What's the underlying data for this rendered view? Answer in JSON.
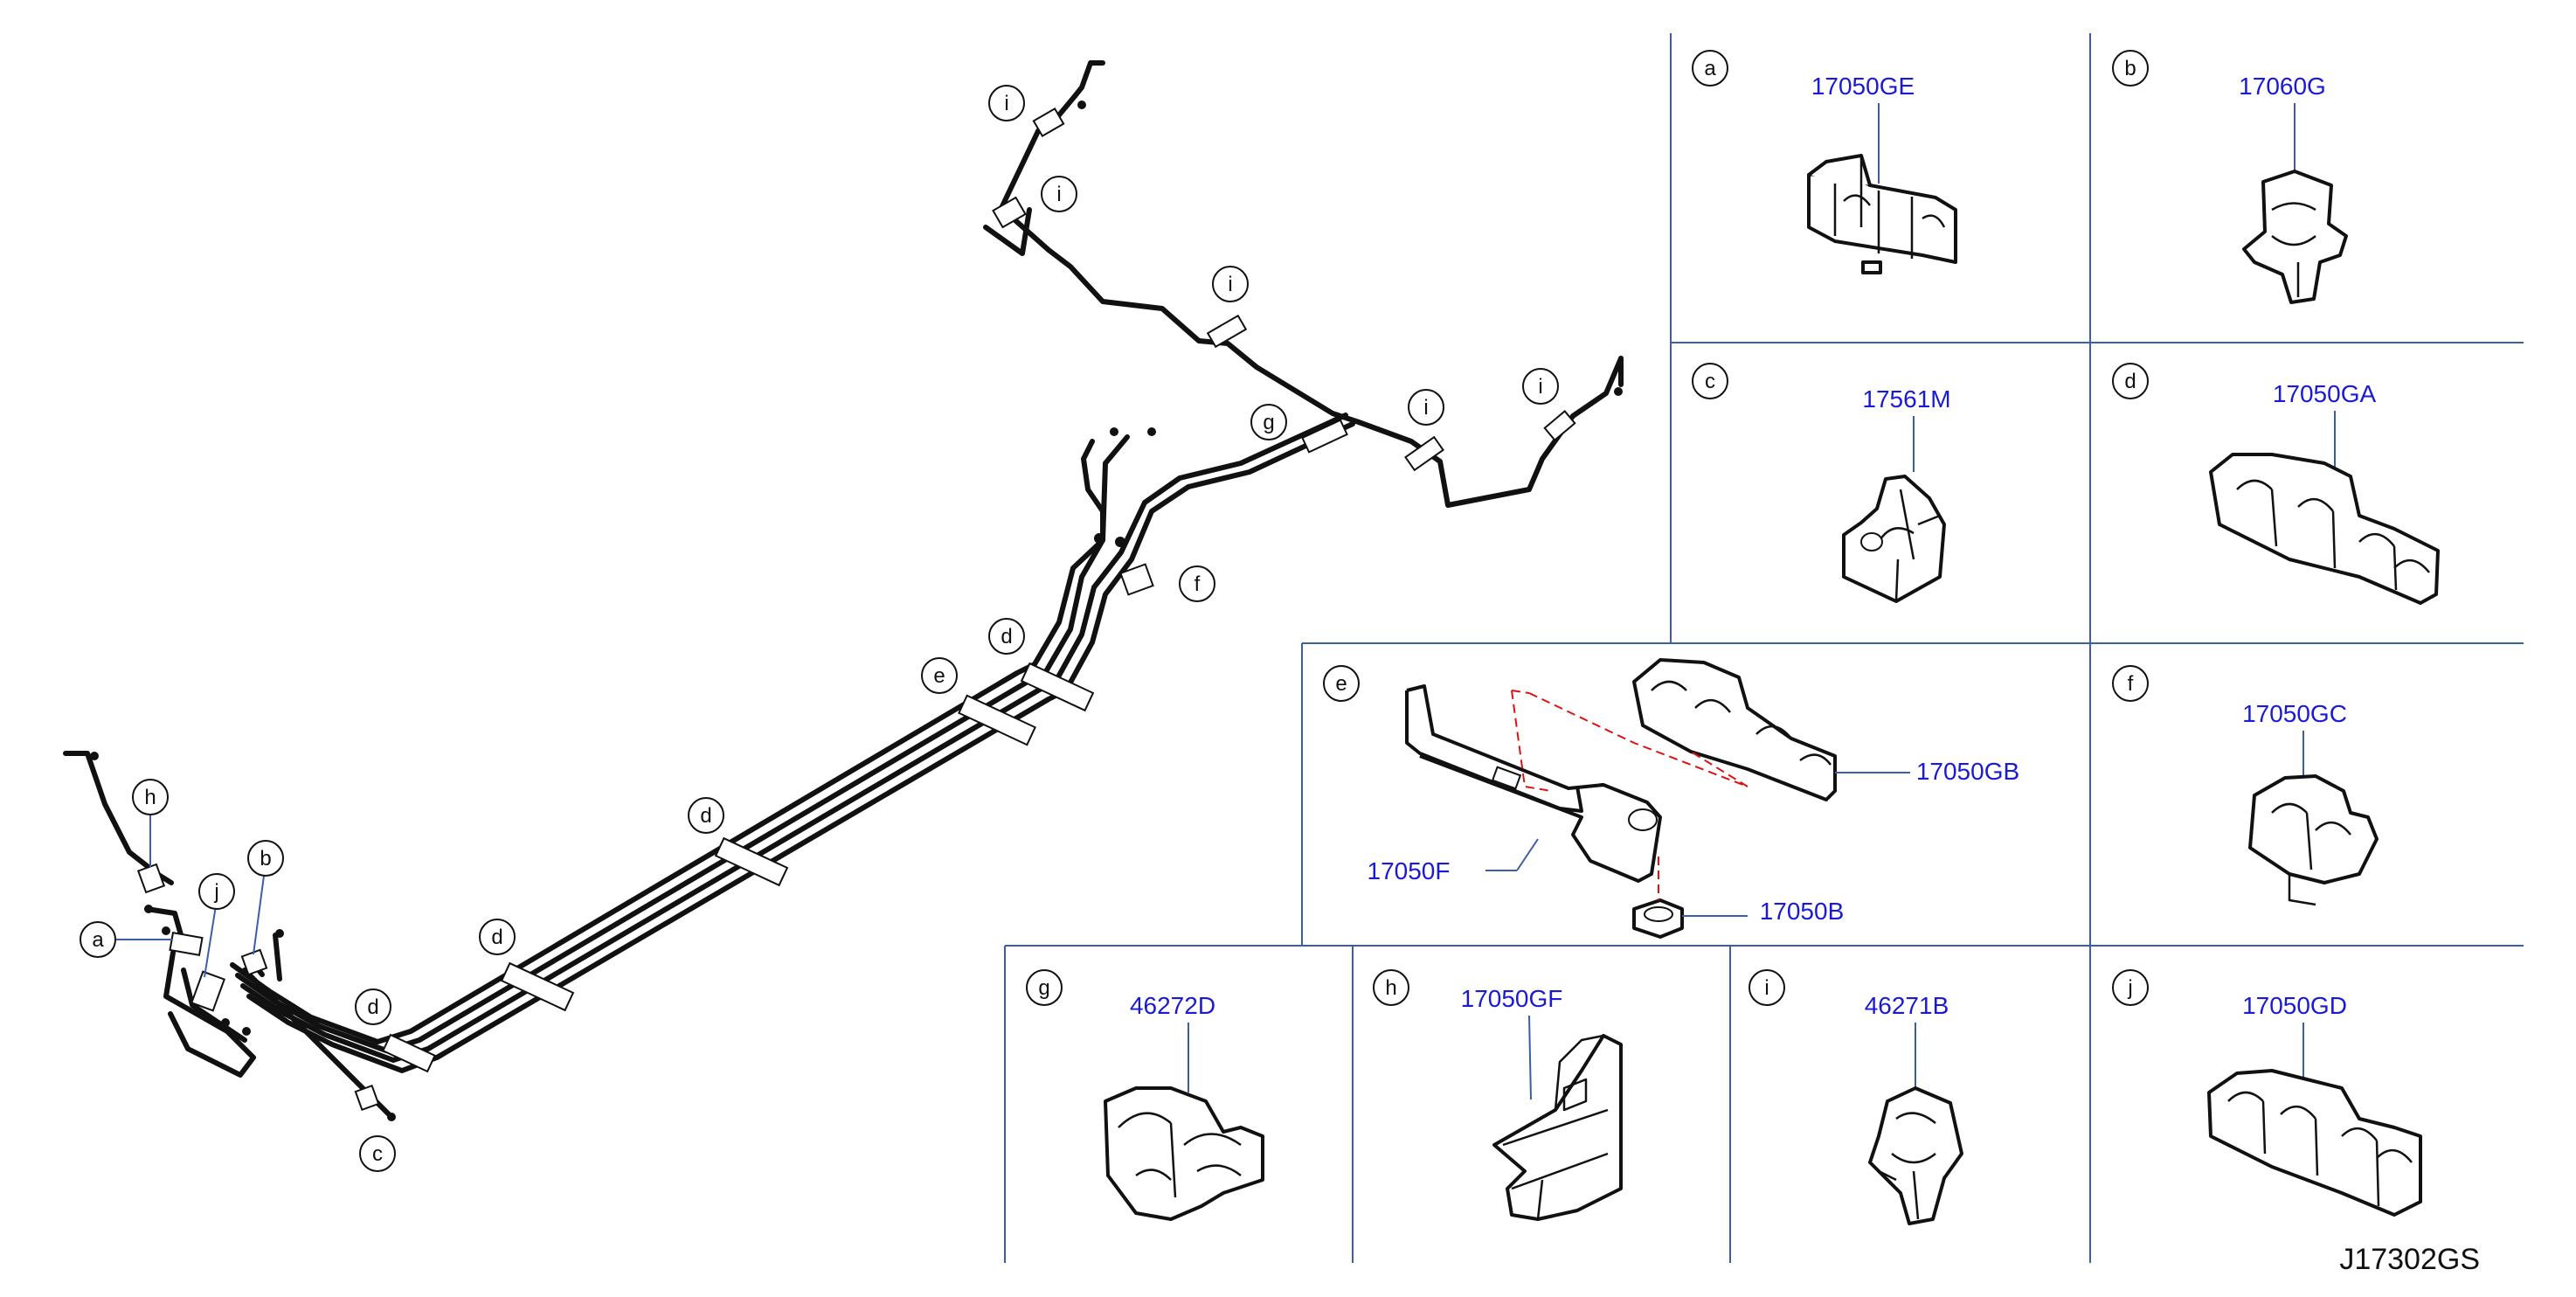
{
  "diagram_ref": "J17302GS",
  "main_callouts": {
    "a": "a",
    "b": "b",
    "c": "c",
    "d1": "d",
    "d2": "d",
    "d3": "d",
    "d4": "d",
    "e": "e",
    "f": "f",
    "g": "g",
    "h": "h",
    "j": "j",
    "i1": "i",
    "i2": "i",
    "i3": "i",
    "i4": "i",
    "i5": "i"
  },
  "cells": [
    {
      "letter": "a",
      "part": "17050GE"
    },
    {
      "letter": "b",
      "part": "17060G"
    },
    {
      "letter": "c",
      "part": "17561M"
    },
    {
      "letter": "d",
      "part": "17050GA"
    },
    {
      "letter": "e",
      "parts": [
        "17050F",
        "17050GB",
        "17050B"
      ]
    },
    {
      "letter": "f",
      "part": "17050GC"
    },
    {
      "letter": "g",
      "part": "46272D"
    },
    {
      "letter": "h",
      "part": "17050GF"
    },
    {
      "letter": "i",
      "part": "46271B"
    },
    {
      "letter": "j",
      "part": "17050GD"
    }
  ]
}
